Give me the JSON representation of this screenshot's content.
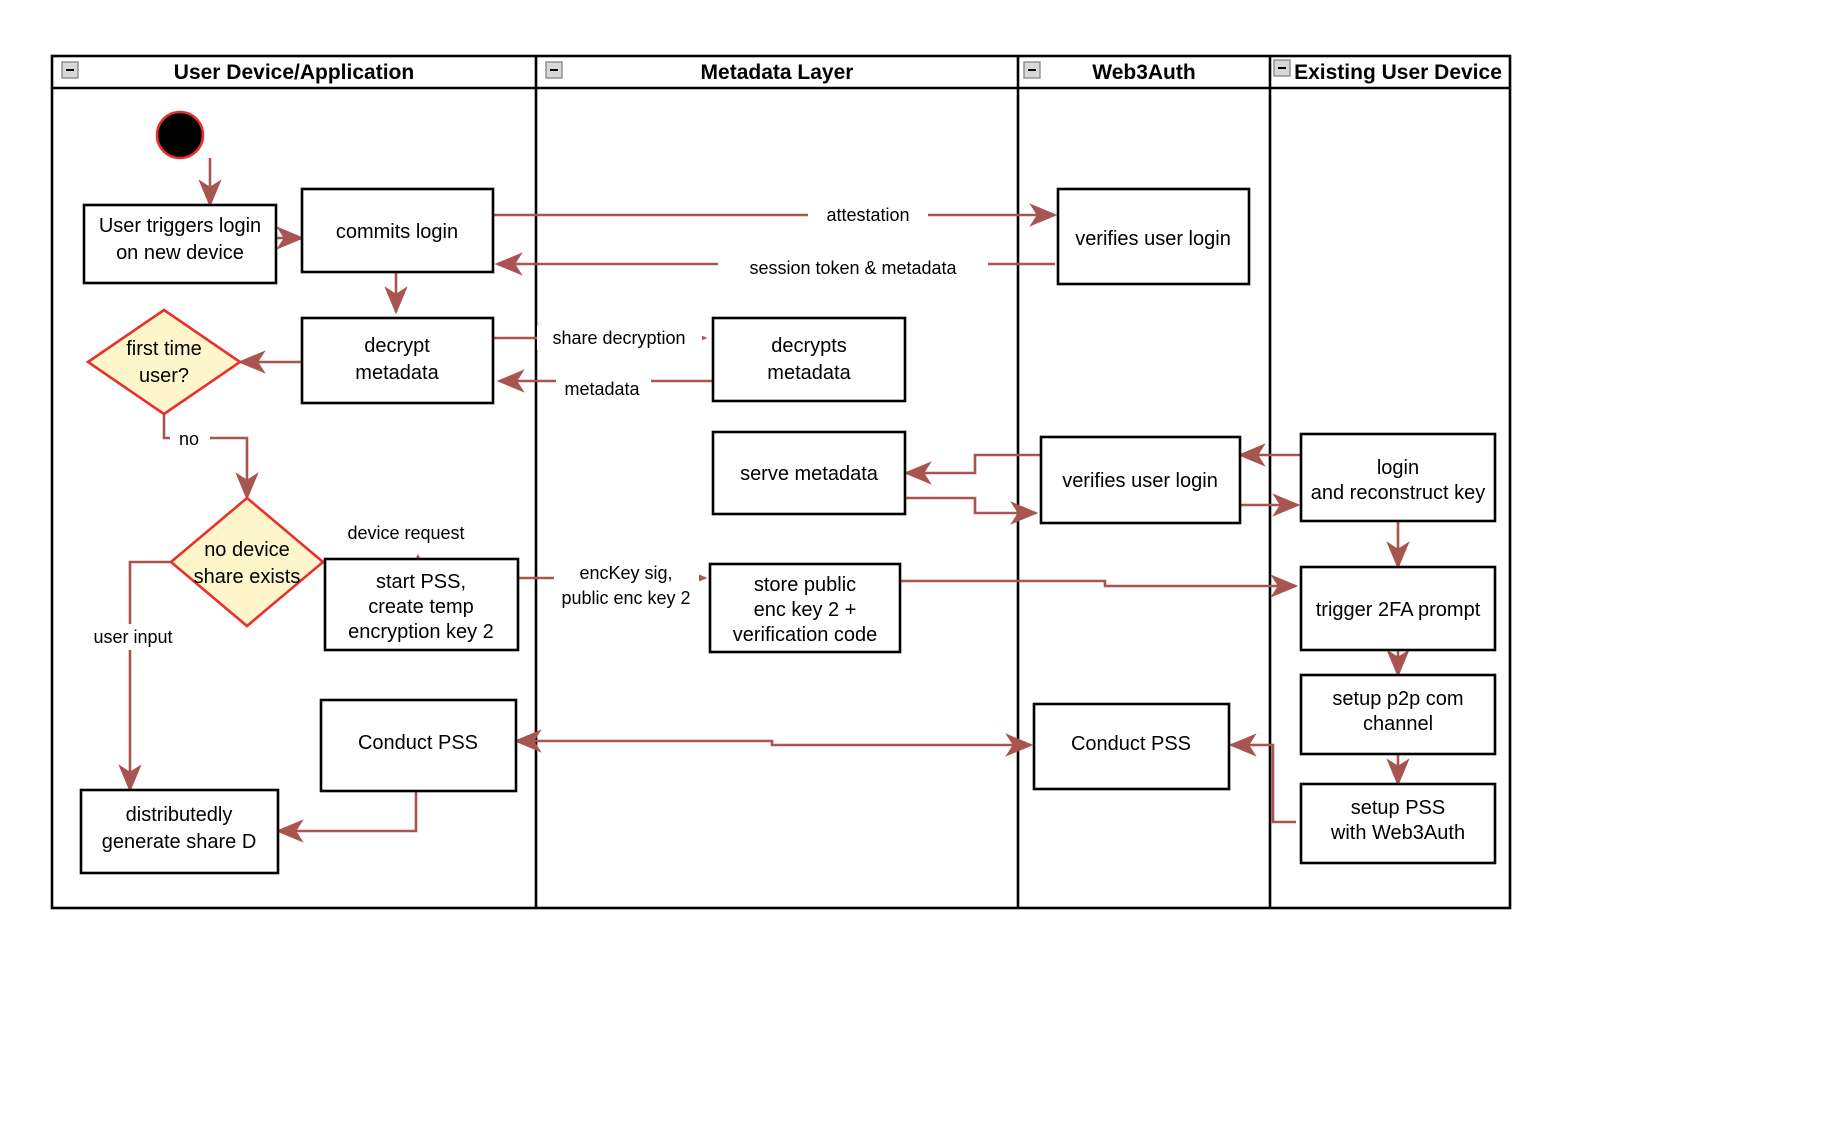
{
  "diagram": {
    "title": "Web3Auth new-device login activity diagram",
    "type": "swimlane-activity-diagram",
    "colors": {
      "edge": "#A85450",
      "decision_fill": "#FFF6CC",
      "decision_stroke": "#E8312B",
      "node_stroke": "#000000",
      "node_fill": "#FFFFFF",
      "start_fill": "#000000",
      "collapse_icon": "#D7D7D7"
    }
  },
  "lanes": [
    {
      "id": "lane-user-device",
      "label": "User Device/Application",
      "collapse_icon": "minus-box-icon"
    },
    {
      "id": "lane-metadata",
      "label": "Metadata Layer",
      "collapse_icon": "minus-box-icon"
    },
    {
      "id": "lane-web3auth",
      "label": "Web3Auth",
      "collapse_icon": "minus-box-icon"
    },
    {
      "id": "lane-existing-device",
      "label": "Existing User Device",
      "collapse_icon": "minus-box-icon"
    }
  ],
  "nodes": [
    {
      "id": "start",
      "lane": "lane-user-device",
      "shape": "start-circle",
      "label": ""
    },
    {
      "id": "user-triggers-login",
      "lane": "lane-user-device",
      "shape": "rect",
      "lines": [
        "User triggers login",
        "on new device"
      ]
    },
    {
      "id": "commits-login",
      "lane": "lane-user-device",
      "shape": "rect",
      "lines": [
        "commits login"
      ]
    },
    {
      "id": "decrypt-metadata",
      "lane": "lane-user-device",
      "shape": "rect",
      "lines": [
        "decrypt",
        "metadata"
      ]
    },
    {
      "id": "first-time-user",
      "lane": "lane-user-device",
      "shape": "diamond",
      "lines": [
        "first time",
        "user?"
      ]
    },
    {
      "id": "no-device-share",
      "lane": "lane-user-device",
      "shape": "diamond",
      "lines": [
        "no device",
        "share exists"
      ]
    },
    {
      "id": "start-pss",
      "lane": "lane-user-device",
      "shape": "rect",
      "lines": [
        "start PSS,",
        "create temp",
        "encryption key 2"
      ]
    },
    {
      "id": "conduct-pss-user",
      "lane": "lane-user-device",
      "shape": "rect",
      "lines": [
        "Conduct PSS"
      ]
    },
    {
      "id": "generate-share-d",
      "lane": "lane-user-device",
      "shape": "rect",
      "lines": [
        "distributedly",
        "generate share D"
      ]
    },
    {
      "id": "decrypts-metadata",
      "lane": "lane-metadata",
      "shape": "rect",
      "lines": [
        "decrypts",
        "metadata"
      ]
    },
    {
      "id": "serve-metadata",
      "lane": "lane-metadata",
      "shape": "rect",
      "lines": [
        "serve metadata"
      ]
    },
    {
      "id": "store-public-key",
      "lane": "lane-metadata",
      "shape": "rect",
      "lines": [
        "store public",
        "enc key 2 +",
        "verification code"
      ]
    },
    {
      "id": "verifies-login-top",
      "lane": "lane-web3auth",
      "shape": "rect",
      "lines": [
        "verifies user login"
      ]
    },
    {
      "id": "verifies-login-mid",
      "lane": "lane-web3auth",
      "shape": "rect",
      "lines": [
        "verifies user login"
      ]
    },
    {
      "id": "conduct-pss-web3auth",
      "lane": "lane-web3auth",
      "shape": "rect",
      "lines": [
        "Conduct PSS"
      ]
    },
    {
      "id": "login-reconstruct",
      "lane": "lane-existing-device",
      "shape": "rect",
      "lines": [
        "login",
        "and reconstruct key"
      ]
    },
    {
      "id": "trigger-2fa",
      "lane": "lane-existing-device",
      "shape": "rect",
      "lines": [
        "trigger 2FA prompt"
      ]
    },
    {
      "id": "setup-p2p",
      "lane": "lane-existing-device",
      "shape": "rect",
      "lines": [
        "setup p2p com",
        "channel"
      ]
    },
    {
      "id": "setup-pss-web3auth",
      "lane": "lane-existing-device",
      "shape": "rect",
      "lines": [
        "setup PSS",
        "with Web3Auth"
      ]
    }
  ],
  "edge_labels": {
    "attestation": "attestation",
    "session_token": "session token & metadata",
    "share_decryption": "share decryption",
    "metadata": "metadata",
    "no": "no",
    "device_request": "device request",
    "user_input": "user input",
    "enckey_sig_1": "encKey sig,",
    "enckey_sig_2": "public enc key 2"
  }
}
